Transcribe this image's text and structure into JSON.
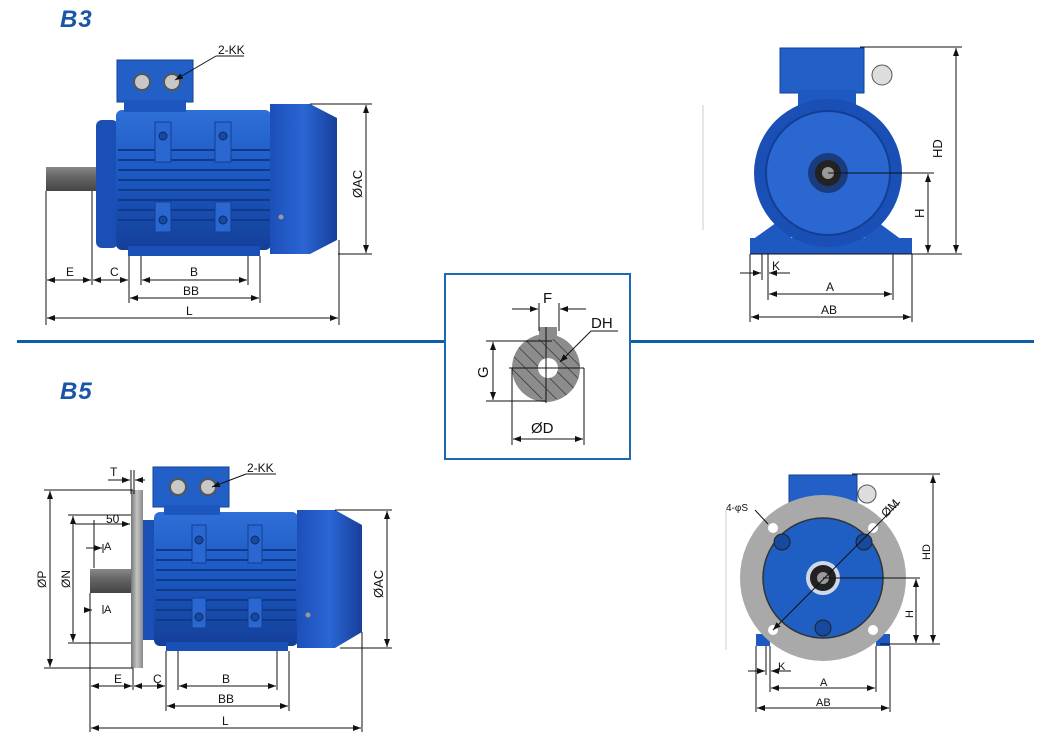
{
  "sections": {
    "b3": {
      "title": "B3"
    },
    "b5": {
      "title": "B5"
    }
  },
  "b3_side": {
    "terminal_label": "2-KK",
    "labels": {
      "E": "E",
      "C": "C",
      "B": "B",
      "BB": "BB",
      "L": "L",
      "AC": "ØAC"
    }
  },
  "b3_front": {
    "labels": {
      "HD": "HD",
      "H": "H",
      "K": "K",
      "A": "A",
      "AB": "AB"
    }
  },
  "shaft_key": {
    "labels": {
      "F": "F",
      "DH": "DH",
      "G": "G",
      "D": "ØD"
    }
  },
  "b5_side": {
    "terminal_label": "2-KK",
    "labels": {
      "T": "T",
      "dim50": "50",
      "A1": "A",
      "A2": "A",
      "P": "ØP",
      "N": "ØN",
      "E": "E",
      "C": "C",
      "B": "B",
      "BB": "BB",
      "L": "L",
      "AC": "ØAC"
    }
  },
  "b5_front": {
    "labels": {
      "S": "4-φS",
      "M": "ØM",
      "HD": "HD",
      "H": "H",
      "K": "K",
      "A": "A",
      "AB": "AB"
    }
  },
  "colors": {
    "accent": "#1a56a8",
    "divider": "#0d5ea6",
    "motor_blue": "#1f5fc4",
    "flange_gray": "#a9a9a9"
  }
}
